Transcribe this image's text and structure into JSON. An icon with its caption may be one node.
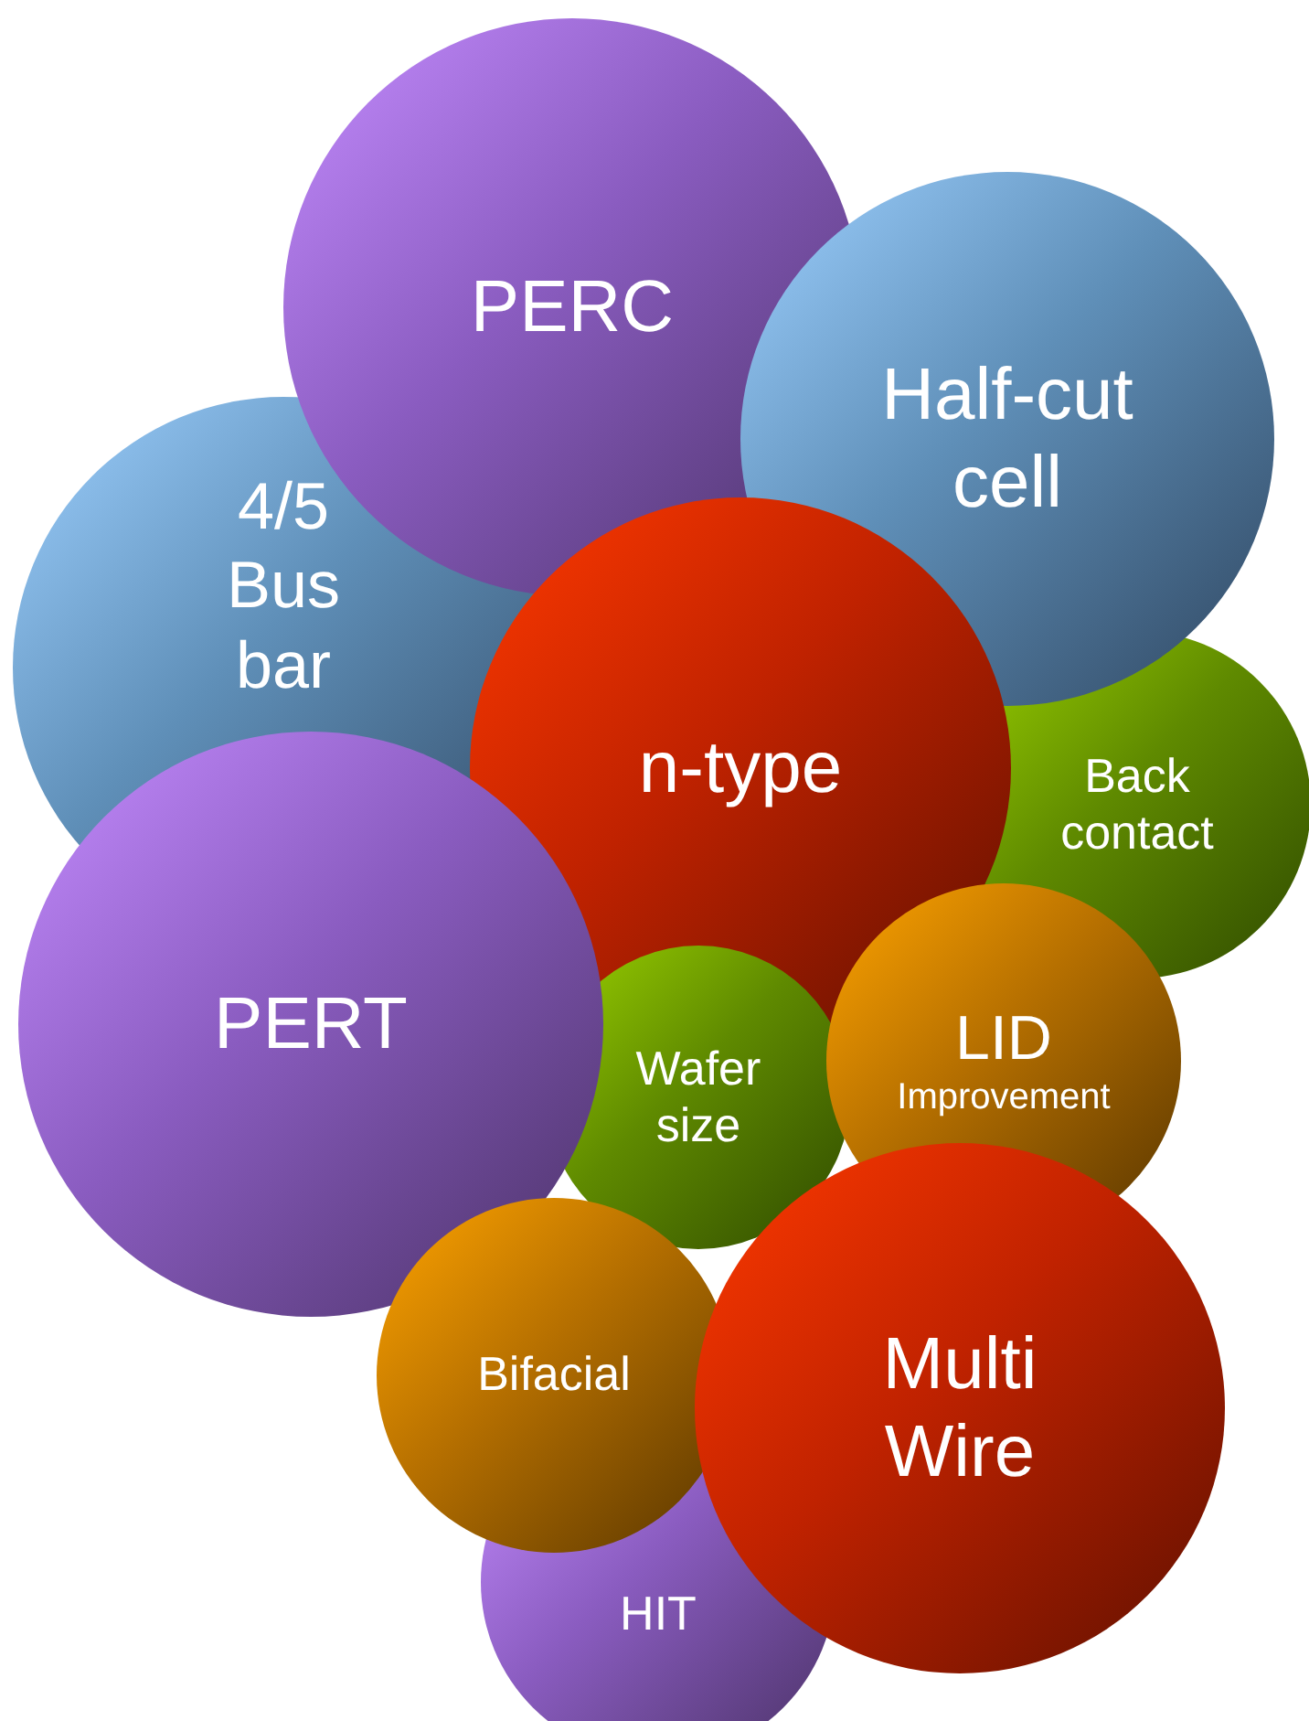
{
  "diagram": {
    "nodes": [
      {
        "text": [
          "PERC"
        ]
      },
      {
        "text": [
          "Half-cut cell"
        ]
      },
      {
        "text": [
          "4/5 Bus bar"
        ]
      },
      {
        "text": [
          "n-type"
        ]
      },
      {
        "text": [
          "Back contact"
        ]
      },
      {
        "text": [
          "PERT"
        ]
      },
      {
        "text": [
          "Wafer size"
        ]
      },
      {
        "text": [
          "LID",
          "Improvement"
        ]
      },
      {
        "text": [
          "Bifacial"
        ]
      },
      {
        "text": [
          "Multi Wire"
        ]
      },
      {
        "text": [
          "HIT"
        ]
      }
    ]
  }
}
